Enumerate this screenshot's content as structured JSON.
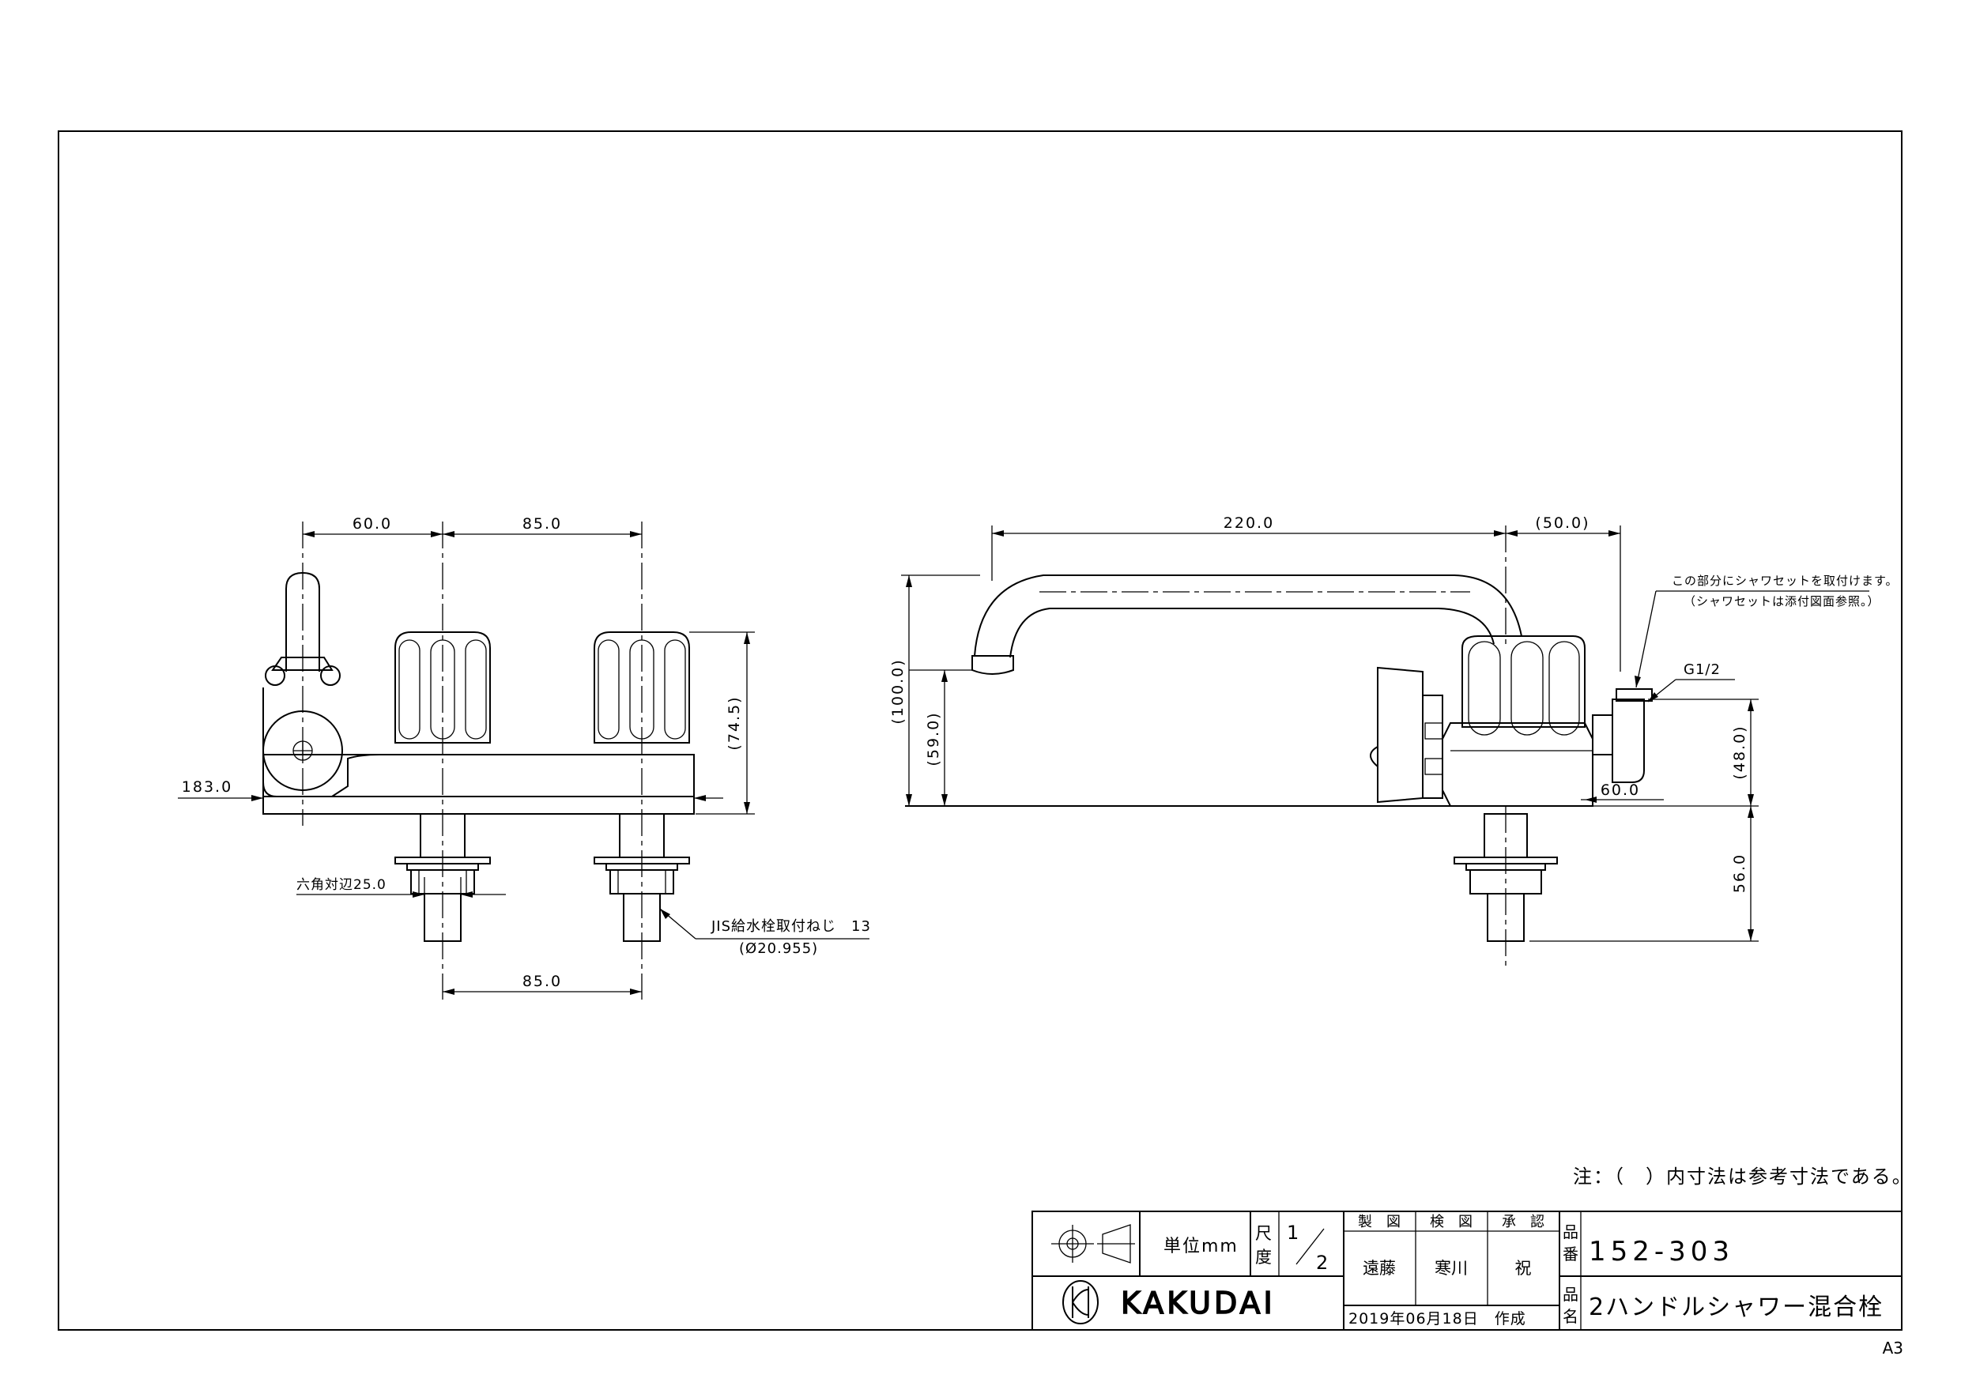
{
  "sheet_size": "A3",
  "note": "注：（　）内寸法は参考寸法である。",
  "front_view": {
    "dim_top_left": "60.0",
    "dim_top_right": "85.0",
    "dim_height": "(74.5)",
    "dim_width_183": "183.0",
    "dim_hex": "六角対辺25.0",
    "dim_bottom": "85.0",
    "thread_note": "JIS給水栓取付ねじ　13",
    "thread_note2": "(Ø20.955)"
  },
  "side_view": {
    "dim_spout": "220.0",
    "dim_spout_extra": "(50.0)",
    "dim_height_100": "(100.0)",
    "dim_height_59": "(59.0)",
    "shower_note": "この部分にシャワセットを取付けます。",
    "shower_note2": "（シャワセットは添付図面参照。）",
    "thread_g": "G1/2",
    "dim_48": "(48.0)",
    "dim_60": "60.0",
    "dim_56": "56.0"
  },
  "title_block": {
    "unit_label": "単位mm",
    "scale_label_1": "尺",
    "scale_label_2": "度",
    "scale_num": "1",
    "scale_den": "2",
    "drawn_label": "製　図",
    "checked_label": "検　図",
    "approved_label": "承　認",
    "drawn_by": "遠藤",
    "checked_by": "寒川",
    "approved_by": "祝",
    "date": "2019年06月18日　作成",
    "part_no_label_1": "品",
    "part_no_label_2": "番",
    "part_no": "152-303",
    "name_label_1": "品",
    "name_label_2": "名",
    "product_name": "2ハンドルシャワー混合栓",
    "brand": "KAKUDAI"
  }
}
